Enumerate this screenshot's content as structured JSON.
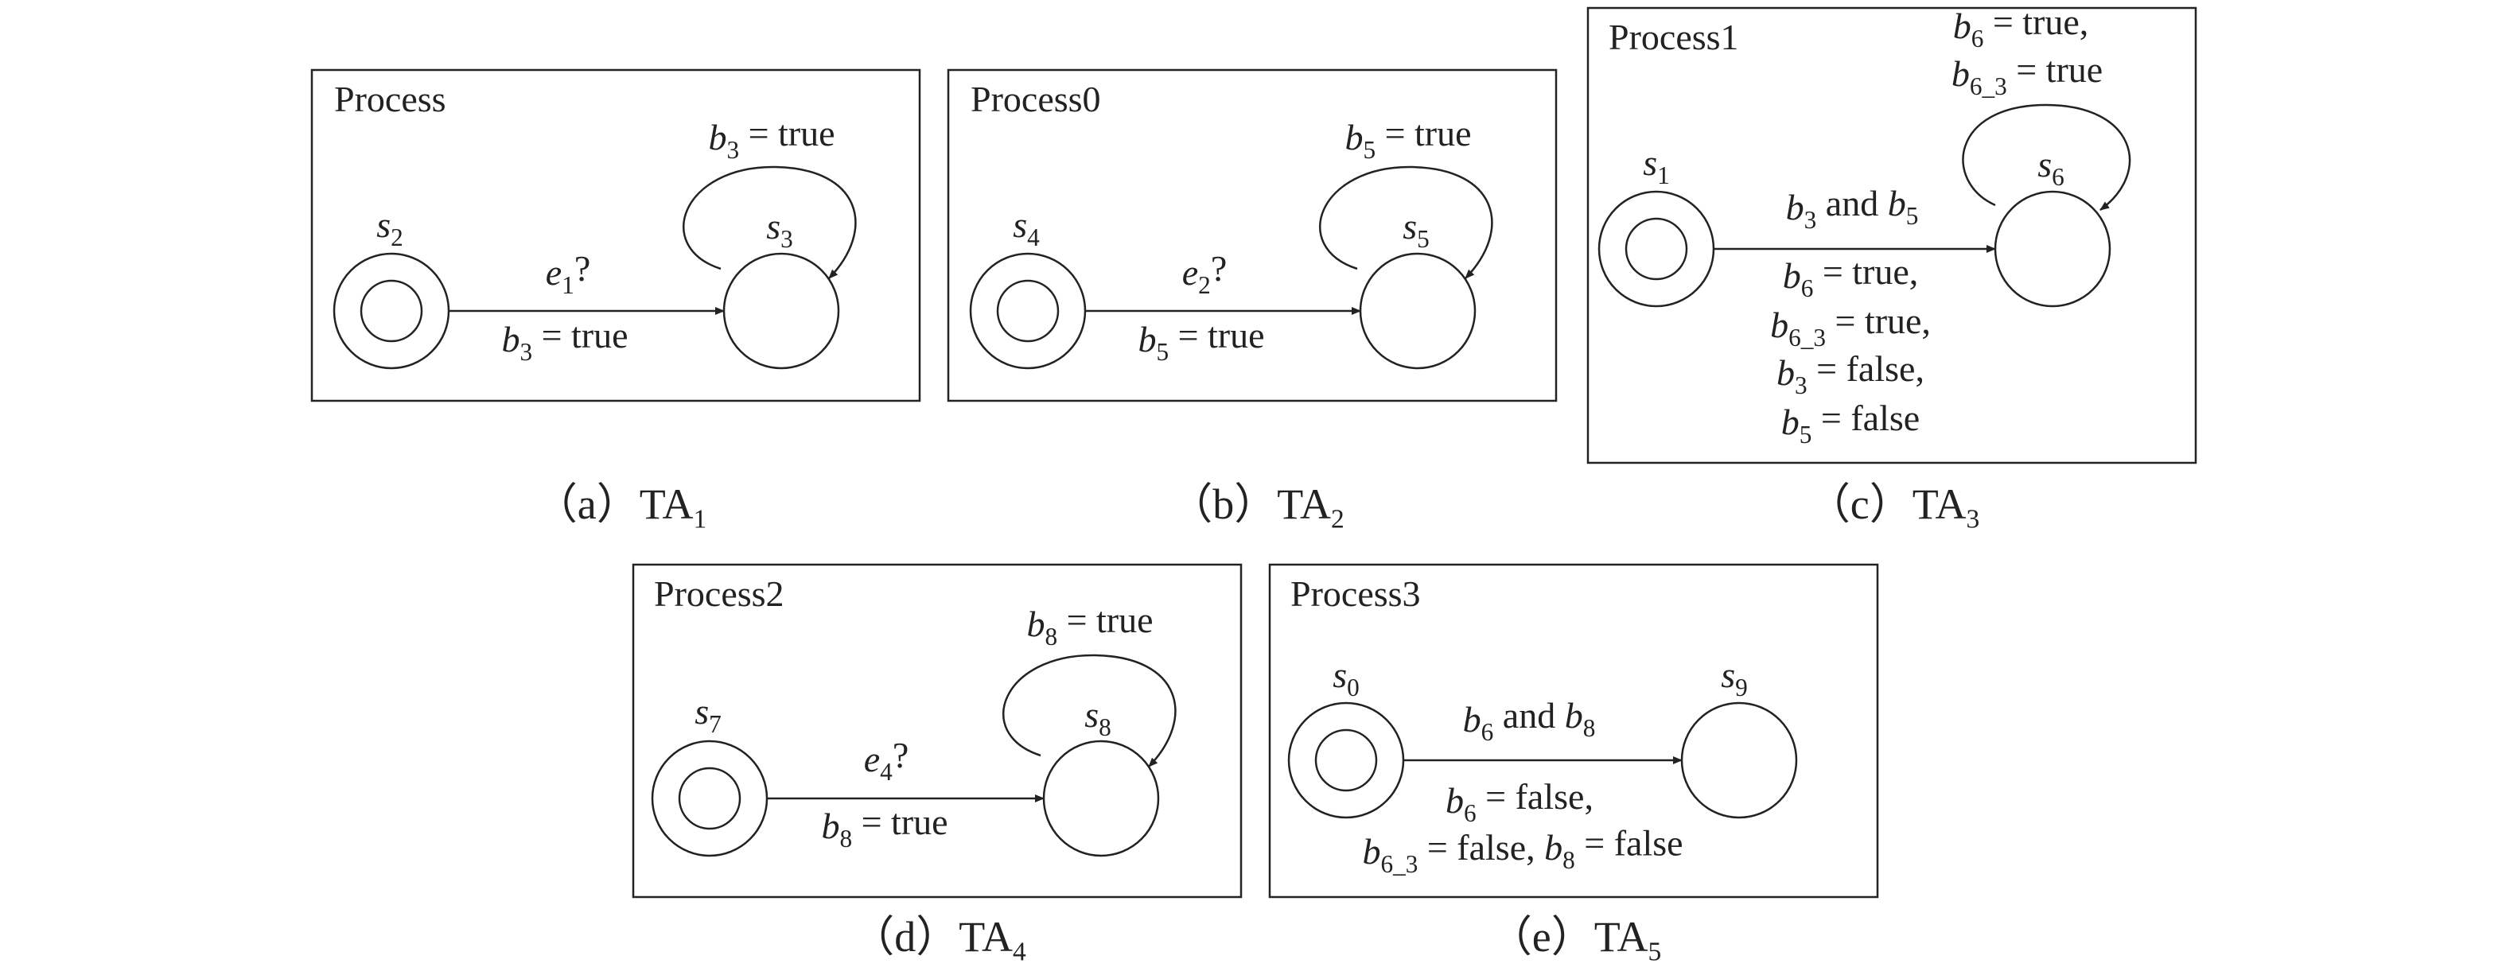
{
  "panels": [
    {
      "id": "a",
      "process_name": "Process",
      "caption": {
        "prefix": "（a）TA",
        "sub": "1"
      },
      "states": [
        {
          "name": "s",
          "sub": "2",
          "initial": true
        },
        {
          "name": "s",
          "sub": "3",
          "initial": false
        }
      ],
      "transition": {
        "guard": [
          {
            "t": "e",
            "i": true
          },
          {
            "t": "1",
            "sub": true
          },
          {
            "t": "?"
          }
        ],
        "updates": [
          [
            {
              "t": "b",
              "i": true
            },
            {
              "t": "3",
              "sub": true
            },
            {
              "t": " = true"
            }
          ]
        ]
      },
      "self_loop": [
        [
          {
            "t": "b",
            "i": true
          },
          {
            "t": "3",
            "sub": true
          },
          {
            "t": " = true"
          }
        ]
      ]
    },
    {
      "id": "b",
      "process_name": "Process0",
      "caption": {
        "prefix": "（b）TA",
        "sub": "2"
      },
      "states": [
        {
          "name": "s",
          "sub": "4",
          "initial": true
        },
        {
          "name": "s",
          "sub": "5",
          "initial": false
        }
      ],
      "transition": {
        "guard": [
          {
            "t": "e",
            "i": true
          },
          {
            "t": "2",
            "sub": true
          },
          {
            "t": "?"
          }
        ],
        "updates": [
          [
            {
              "t": "b",
              "i": true
            },
            {
              "t": "5",
              "sub": true
            },
            {
              "t": " = true"
            }
          ]
        ]
      },
      "self_loop": [
        [
          {
            "t": "b",
            "i": true
          },
          {
            "t": "5",
            "sub": true
          },
          {
            "t": " = true"
          }
        ]
      ]
    },
    {
      "id": "c",
      "process_name": "Process1",
      "caption": {
        "prefix": "（c）TA",
        "sub": "3"
      },
      "states": [
        {
          "name": "s",
          "sub": "1",
          "initial": true
        },
        {
          "name": "s",
          "sub": "6",
          "initial": false
        }
      ],
      "transition": {
        "guard": [
          {
            "t": "b",
            "i": true
          },
          {
            "t": "3",
            "sub": true
          },
          {
            "t": " and "
          },
          {
            "t": "b",
            "i": true
          },
          {
            "t": "5",
            "sub": true
          }
        ],
        "updates": [
          [
            {
              "t": "b",
              "i": true
            },
            {
              "t": "6",
              "sub": true
            },
            {
              "t": " = true,"
            }
          ],
          [
            {
              "t": "b",
              "i": true
            },
            {
              "t": "6_3",
              "sub": true
            },
            {
              "t": " = true,"
            }
          ],
          [
            {
              "t": "b",
              "i": true
            },
            {
              "t": "3",
              "sub": true
            },
            {
              "t": " = false,"
            }
          ],
          [
            {
              "t": "b",
              "i": true
            },
            {
              "t": "5",
              "sub": true
            },
            {
              "t": " = false"
            }
          ]
        ]
      },
      "self_loop": [
        [
          {
            "t": "b",
            "i": true
          },
          {
            "t": "6",
            "sub": true
          },
          {
            "t": " = true,"
          }
        ],
        [
          {
            "t": "b",
            "i": true
          },
          {
            "t": "6_3",
            "sub": true
          },
          {
            "t": " = true"
          }
        ]
      ]
    },
    {
      "id": "d",
      "process_name": "Process2",
      "caption": {
        "prefix": "（d）TA",
        "sub": "4"
      },
      "states": [
        {
          "name": "s",
          "sub": "7",
          "initial": true
        },
        {
          "name": "s",
          "sub": "8",
          "initial": false
        }
      ],
      "transition": {
        "guard": [
          {
            "t": "e",
            "i": true
          },
          {
            "t": "4",
            "sub": true
          },
          {
            "t": "?"
          }
        ],
        "updates": [
          [
            {
              "t": "b",
              "i": true
            },
            {
              "t": "8",
              "sub": true
            },
            {
              "t": " = true"
            }
          ]
        ]
      },
      "self_loop": [
        [
          {
            "t": "b",
            "i": true
          },
          {
            "t": "8",
            "sub": true
          },
          {
            "t": " = true"
          }
        ]
      ]
    },
    {
      "id": "e",
      "process_name": "Process3",
      "caption": {
        "prefix": "（e）TA",
        "sub": "5"
      },
      "states": [
        {
          "name": "s",
          "sub": "0",
          "initial": true
        },
        {
          "name": "s",
          "sub": "9",
          "initial": false
        }
      ],
      "transition": {
        "guard": [
          {
            "t": "b",
            "i": true
          },
          {
            "t": "6",
            "sub": true
          },
          {
            "t": " and "
          },
          {
            "t": "b",
            "i": true
          },
          {
            "t": "8",
            "sub": true
          }
        ],
        "updates": [
          [
            {
              "t": "b",
              "i": true
            },
            {
              "t": "6",
              "sub": true
            },
            {
              "t": " = false,"
            }
          ],
          [
            {
              "t": "b",
              "i": true
            },
            {
              "t": "6_3",
              "sub": true
            },
            {
              "t": " = false, "
            },
            {
              "t": "b",
              "i": true
            },
            {
              "t": "8",
              "sub": true
            },
            {
              "t": " = false"
            }
          ]
        ]
      },
      "self_loop": []
    }
  ]
}
